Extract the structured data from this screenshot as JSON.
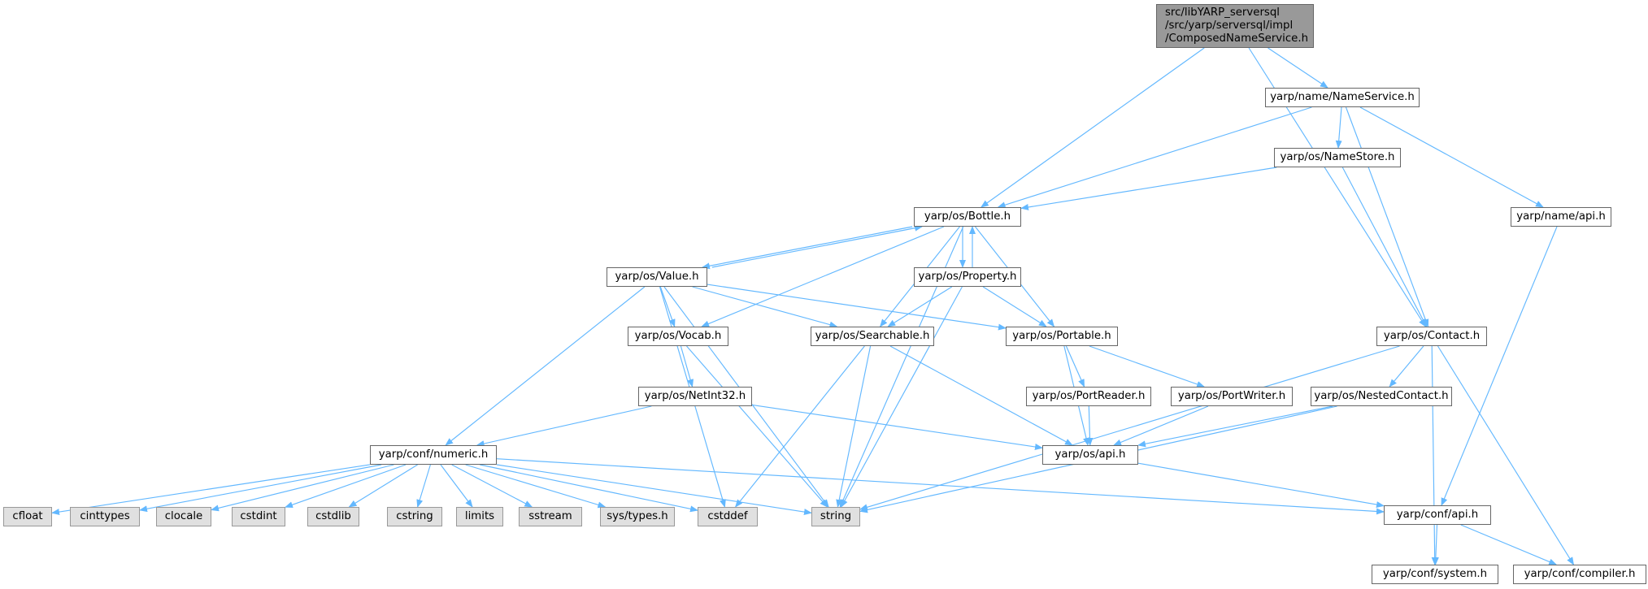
{
  "nodes": {
    "root": {
      "lines": [
        "src/libYARP_serversql",
        "/src/yarp/serversql/impl",
        "/ComposedNameService.h"
      ]
    },
    "nameservice": {
      "label": "yarp/name/NameService.h"
    },
    "namestore": {
      "label": "yarp/os/NameStore.h"
    },
    "nameapi": {
      "label": "yarp/name/api.h"
    },
    "bottle": {
      "label": "yarp/os/Bottle.h"
    },
    "value": {
      "label": "yarp/os/Value.h"
    },
    "property": {
      "label": "yarp/os/Property.h"
    },
    "vocab": {
      "label": "yarp/os/Vocab.h"
    },
    "searchable": {
      "label": "yarp/os/Searchable.h"
    },
    "portable": {
      "label": "yarp/os/Portable.h"
    },
    "contact": {
      "label": "yarp/os/Contact.h"
    },
    "netint32": {
      "label": "yarp/os/NetInt32.h"
    },
    "portreader": {
      "label": "yarp/os/PortReader.h"
    },
    "portwriter": {
      "label": "yarp/os/PortWriter.h"
    },
    "nestedcontact": {
      "label": "yarp/os/NestedContact.h"
    },
    "numeric": {
      "label": "yarp/conf/numeric.h"
    },
    "osapi": {
      "label": "yarp/os/api.h"
    },
    "confapi": {
      "label": "yarp/conf/api.h"
    },
    "system": {
      "label": "yarp/conf/system.h"
    },
    "compiler": {
      "label": "yarp/conf/compiler.h"
    },
    "cfloat": {
      "label": "cfloat"
    },
    "cinttypes": {
      "label": "cinttypes"
    },
    "clocale": {
      "label": "clocale"
    },
    "cstdint": {
      "label": "cstdint"
    },
    "cstdlib": {
      "label": "cstdlib"
    },
    "cstring": {
      "label": "cstring"
    },
    "limits": {
      "label": "limits"
    },
    "sstream": {
      "label": "sstream"
    },
    "systypes": {
      "label": "sys/types.h"
    },
    "cstddef": {
      "label": "cstddef"
    },
    "string": {
      "label": "string"
    }
  },
  "edges": [
    [
      "root",
      "nameservice"
    ],
    [
      "root",
      "bottle"
    ],
    [
      "root",
      "contact"
    ],
    [
      "nameservice",
      "namestore"
    ],
    [
      "nameservice",
      "bottle"
    ],
    [
      "nameservice",
      "contact"
    ],
    [
      "nameservice",
      "nameapi"
    ],
    [
      "namestore",
      "bottle"
    ],
    [
      "namestore",
      "contact"
    ],
    [
      "nameapi",
      "confapi"
    ],
    [
      "bottle",
      "value"
    ],
    [
      "bottle",
      "property"
    ],
    [
      "bottle",
      "vocab"
    ],
    [
      "bottle",
      "searchable"
    ],
    [
      "bottle",
      "portable"
    ],
    [
      "bottle",
      "string"
    ],
    [
      "value",
      "bottle"
    ],
    [
      "value",
      "vocab"
    ],
    [
      "value",
      "searchable"
    ],
    [
      "value",
      "portable"
    ],
    [
      "value",
      "numeric"
    ],
    [
      "value",
      "string"
    ],
    [
      "value",
      "cstddef"
    ],
    [
      "property",
      "bottle"
    ],
    [
      "property",
      "searchable"
    ],
    [
      "property",
      "portable"
    ],
    [
      "property",
      "string"
    ],
    [
      "vocab",
      "netint32"
    ],
    [
      "vocab",
      "string"
    ],
    [
      "searchable",
      "osapi"
    ],
    [
      "searchable",
      "string"
    ],
    [
      "searchable",
      "cstddef"
    ],
    [
      "portable",
      "osapi"
    ],
    [
      "portable",
      "portreader"
    ],
    [
      "portable",
      "portwriter"
    ],
    [
      "contact",
      "nestedcontact"
    ],
    [
      "contact",
      "string"
    ],
    [
      "contact",
      "system"
    ],
    [
      "contact",
      "compiler"
    ],
    [
      "netint32",
      "numeric"
    ],
    [
      "netint32",
      "osapi"
    ],
    [
      "portreader",
      "osapi"
    ],
    [
      "portwriter",
      "osapi"
    ],
    [
      "nestedcontact",
      "osapi"
    ],
    [
      "nestedcontact",
      "string"
    ],
    [
      "numeric",
      "cfloat"
    ],
    [
      "numeric",
      "cinttypes"
    ],
    [
      "numeric",
      "clocale"
    ],
    [
      "numeric",
      "cstdint"
    ],
    [
      "numeric",
      "cstdlib"
    ],
    [
      "numeric",
      "cstring"
    ],
    [
      "numeric",
      "limits"
    ],
    [
      "numeric",
      "sstream"
    ],
    [
      "numeric",
      "systypes"
    ],
    [
      "numeric",
      "cstddef"
    ],
    [
      "numeric",
      "string"
    ],
    [
      "numeric",
      "confapi"
    ],
    [
      "osapi",
      "confapi"
    ],
    [
      "confapi",
      "system"
    ],
    [
      "confapi",
      "compiler"
    ]
  ]
}
